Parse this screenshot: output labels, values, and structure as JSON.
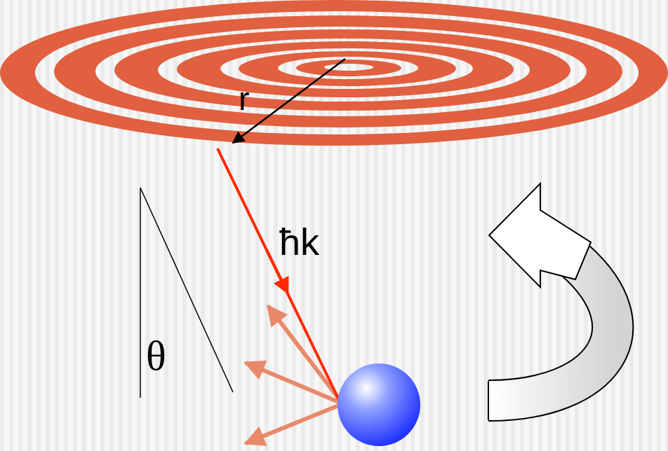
{
  "diagram": {
    "labels": [
      "r",
      "ħk",
      "θ"
    ]
  }
}
